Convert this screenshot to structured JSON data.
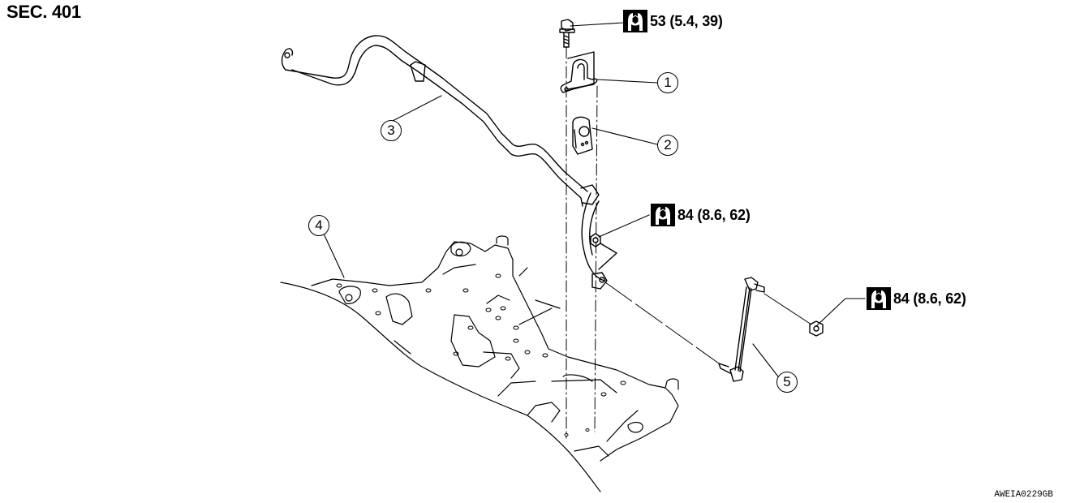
{
  "section": "SEC. 401",
  "figure_code": "AWEIA0229GB",
  "torque_specs": [
    {
      "icon": "torque-wrench-icon",
      "value": "53 (5.4, 39)"
    },
    {
      "icon": "torque-wrench-icon",
      "value": "84 (8.6, 62)"
    },
    {
      "icon": "torque-wrench-icon",
      "value": "84 (8.6, 62)"
    }
  ],
  "callouts": [
    {
      "number": "1",
      "part": "stabilizer-clamp"
    },
    {
      "number": "2",
      "part": "stabilizer-bushing"
    },
    {
      "number": "3",
      "part": "stabilizer-bar"
    },
    {
      "number": "4",
      "part": "front-suspension-member"
    },
    {
      "number": "5",
      "part": "stabilizer-connecting-rod"
    }
  ]
}
